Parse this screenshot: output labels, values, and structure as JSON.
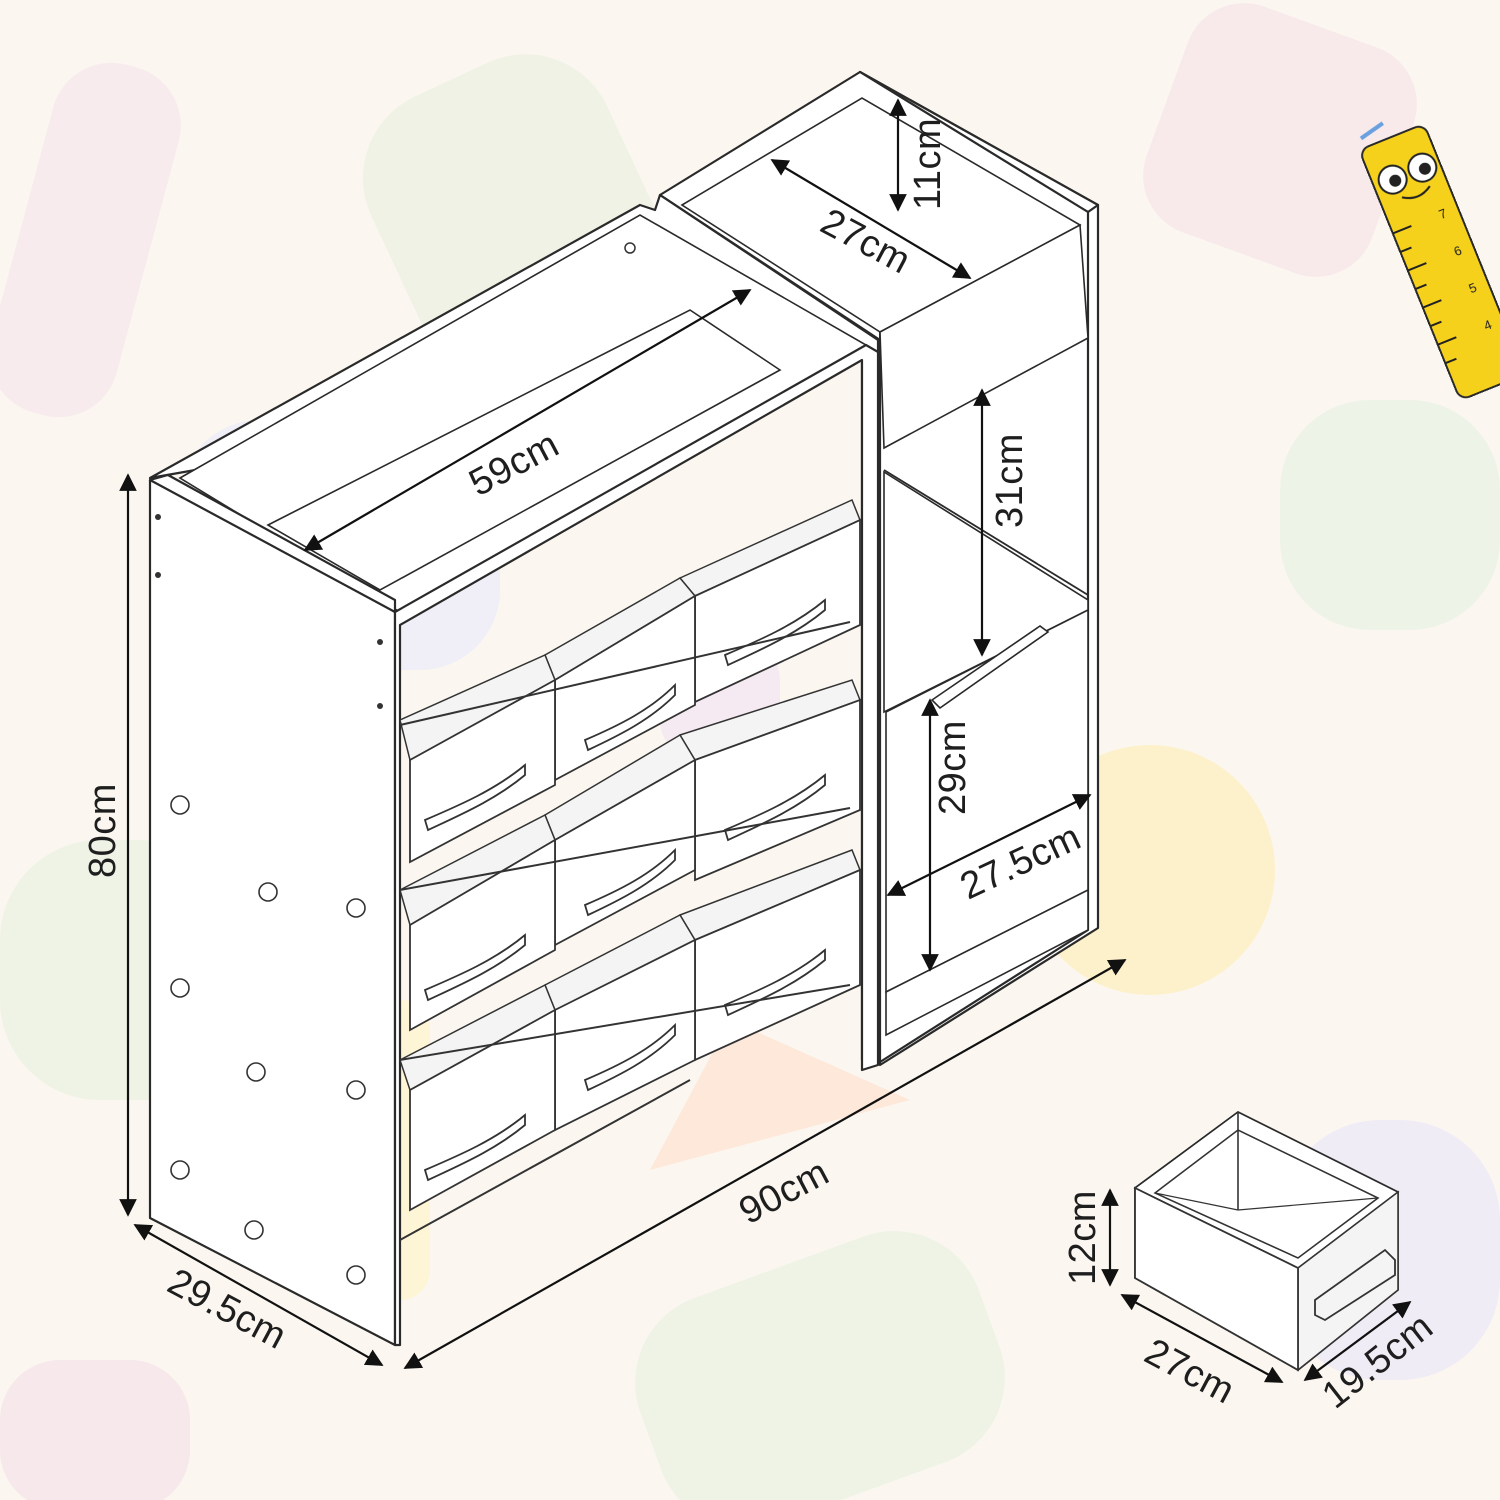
{
  "dimensions": {
    "top_depth": "11cm",
    "top_shelf_depth": "27cm",
    "wide_shelf_width": "59cm",
    "right_shelf_height": "31cm",
    "right_cabinet_height": "29cm",
    "right_cabinet_width": "27.5cm",
    "total_height": "80cm",
    "total_width": "90cm",
    "total_depth": "29.5cm",
    "bin_height": "12cm",
    "bin_width": "27cm",
    "bin_depth": "19.5cm"
  },
  "ruler": {
    "ticks": [
      "7",
      "6",
      "5",
      "4"
    ]
  },
  "colors": {
    "background": "#fbf7f0",
    "line": "#2a2a2a",
    "ruler": "#f6d11c"
  }
}
